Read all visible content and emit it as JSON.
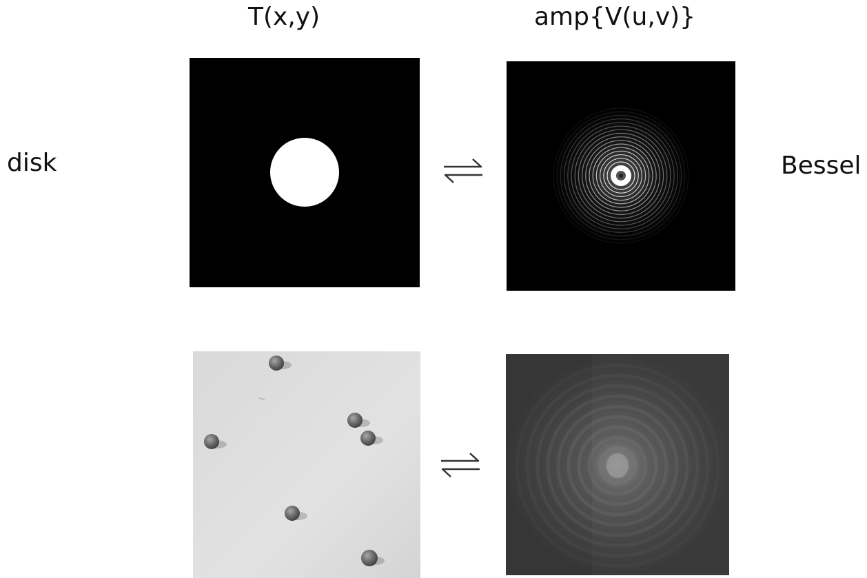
{
  "headers": {
    "spatial": "T(x,y)",
    "frequency": "amp{V(u,v)}"
  },
  "rows": [
    {
      "left_label": "disk",
      "right_label": "Bessel",
      "symbol": "⇌"
    },
    {
      "left_label": "",
      "right_label": "",
      "symbol": "⇌"
    }
  ],
  "colors": {
    "background": "#ffffff",
    "disk_panel_bg": "#000000",
    "disk_fill": "#ffffff",
    "marble_photo_bg": "#dcdcdc",
    "marble": "#6a6a6a",
    "fft_photo_bg": "#3f3f3f"
  }
}
